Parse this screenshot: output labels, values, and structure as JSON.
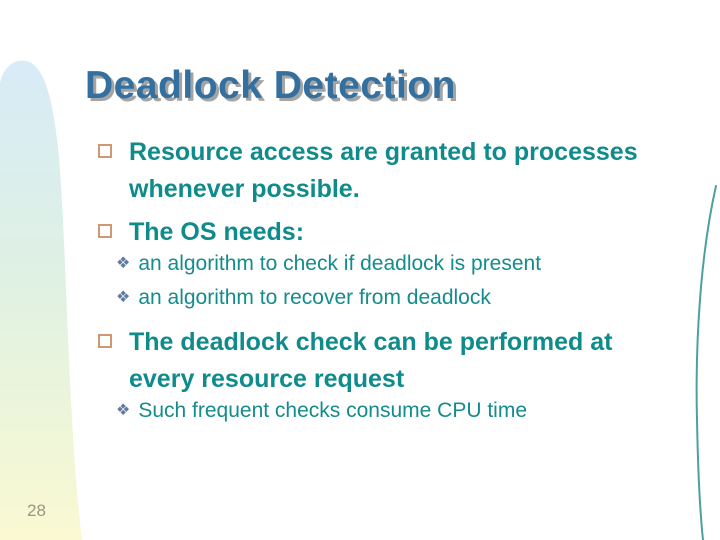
{
  "slide": {
    "title": "Deadlock Detection",
    "page_number": "28",
    "bullets": [
      {
        "level": 1,
        "lines": [
          "Resource access are granted to processes",
          "whenever possible."
        ]
      },
      {
        "level": 1,
        "lines": [
          "The OS needs:"
        ]
      },
      {
        "level": 2,
        "lines": [
          "an algorithm to check if deadlock is present"
        ]
      },
      {
        "level": 2,
        "lines": [
          "an algorithm to recover from deadlock"
        ]
      },
      {
        "level": 1,
        "lines": [
          "The deadlock check can be performed at",
          "every resource request"
        ]
      },
      {
        "level": 2,
        "lines": [
          "Such frequent checks consume CPU time"
        ]
      }
    ],
    "icons": {
      "level1_bullet": "square-outline",
      "level2_bullet": "❖"
    },
    "colors": {
      "title": "#33709F",
      "title_shadow": "#A4A4A4",
      "body_text": "#0F8B8B",
      "level1_bullet_border": "#D09870",
      "level2_bullet": "#5E7BA0",
      "page_number": "#9C9583",
      "ribbon_top": "#D8EBF7",
      "ribbon_mid": "#DFF1E3",
      "ribbon_bottom": "#FAF9D2",
      "right_curve": "#2E8F8F"
    }
  }
}
